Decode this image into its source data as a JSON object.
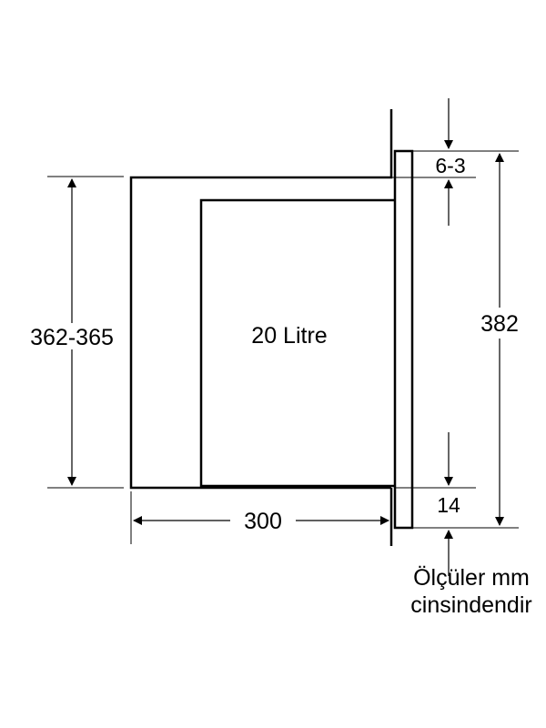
{
  "diagram": {
    "cavity_label": "20 Litre",
    "dim_niche_height": "362-365",
    "dim_depth": "300",
    "dim_total_height": "382",
    "dim_top_gap": "6-3",
    "dim_bottom_gap": "14",
    "note_line1": "Ölçüler mm",
    "note_line2": "cinsindendir"
  },
  "colors": {
    "stroke": "#000000",
    "background": "#ffffff"
  }
}
